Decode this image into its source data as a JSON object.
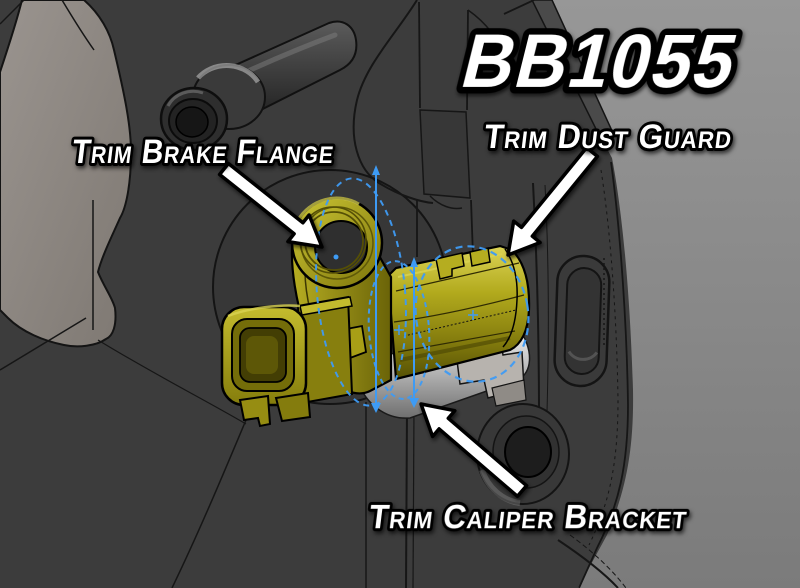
{
  "title": "BB1055",
  "callouts": [
    {
      "name": "brake-flange",
      "label": "Trim Brake Flange"
    },
    {
      "name": "dust-guard",
      "label": "Trim Dust Guard"
    },
    {
      "name": "caliper-bracket",
      "label": "Trim Caliper Bracket"
    }
  ],
  "colors": {
    "background_gray": "#8f8f8f",
    "assembly_dark_gray": "#3c3c3c",
    "panel_light_gray": "#8e8883",
    "sensor_part_yellow": "#a8a014",
    "trim_guide_blue": "#3e9bf4",
    "silver_highlight": "#c9c6c2",
    "label_text_fill": "#ffffff",
    "label_text_outline": "#000000"
  }
}
